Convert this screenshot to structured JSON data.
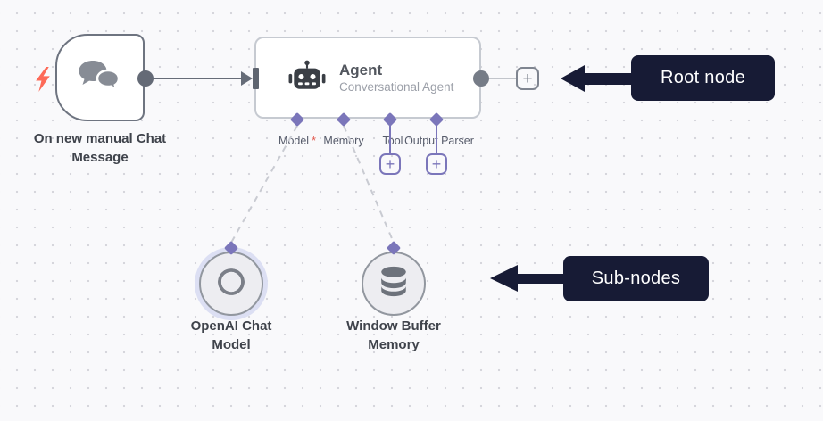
{
  "trigger_node": {
    "label": "On new manual Chat Message"
  },
  "agent_node": {
    "title": "Agent",
    "subtitle": "Conversational Agent",
    "required_marker": "*",
    "ports": [
      {
        "label": "Model",
        "required": true
      },
      {
        "label": "Memory",
        "required": false
      },
      {
        "label": "Tool",
        "required": false
      },
      {
        "label": "Output Parser",
        "required": false
      }
    ]
  },
  "sub_nodes": [
    {
      "label": "OpenAI Chat Model"
    },
    {
      "label": "Window Buffer Memory"
    }
  ],
  "buttons": {
    "add_plus": "+"
  },
  "annotations": {
    "root_node_label": "Root node",
    "sub_nodes_label": "Sub-nodes"
  },
  "icons": [
    "lightning-bolt-icon",
    "chat-bubbles-icon",
    "robot-icon",
    "openai-logo-icon",
    "database-icon",
    "plus-icon",
    "left-arrow-annotation"
  ],
  "colors": {
    "canvas_background": "#f9f9fb",
    "grid_dot": "#d6d6dc",
    "trigger_border": "#6e7480",
    "agent_border": "#c6cad1",
    "connector_gray": "#666c78",
    "accent_purple": "#7b76ba",
    "annotation_navy": "#171b35",
    "bolt_red": "#fd6a58",
    "icon_gray": "#878c95",
    "node_label_text": "#3f434b",
    "subtitle_text": "#9b9fa8",
    "sub_node_fill": "#ededf1",
    "openai_halo": "#dcdff3"
  }
}
